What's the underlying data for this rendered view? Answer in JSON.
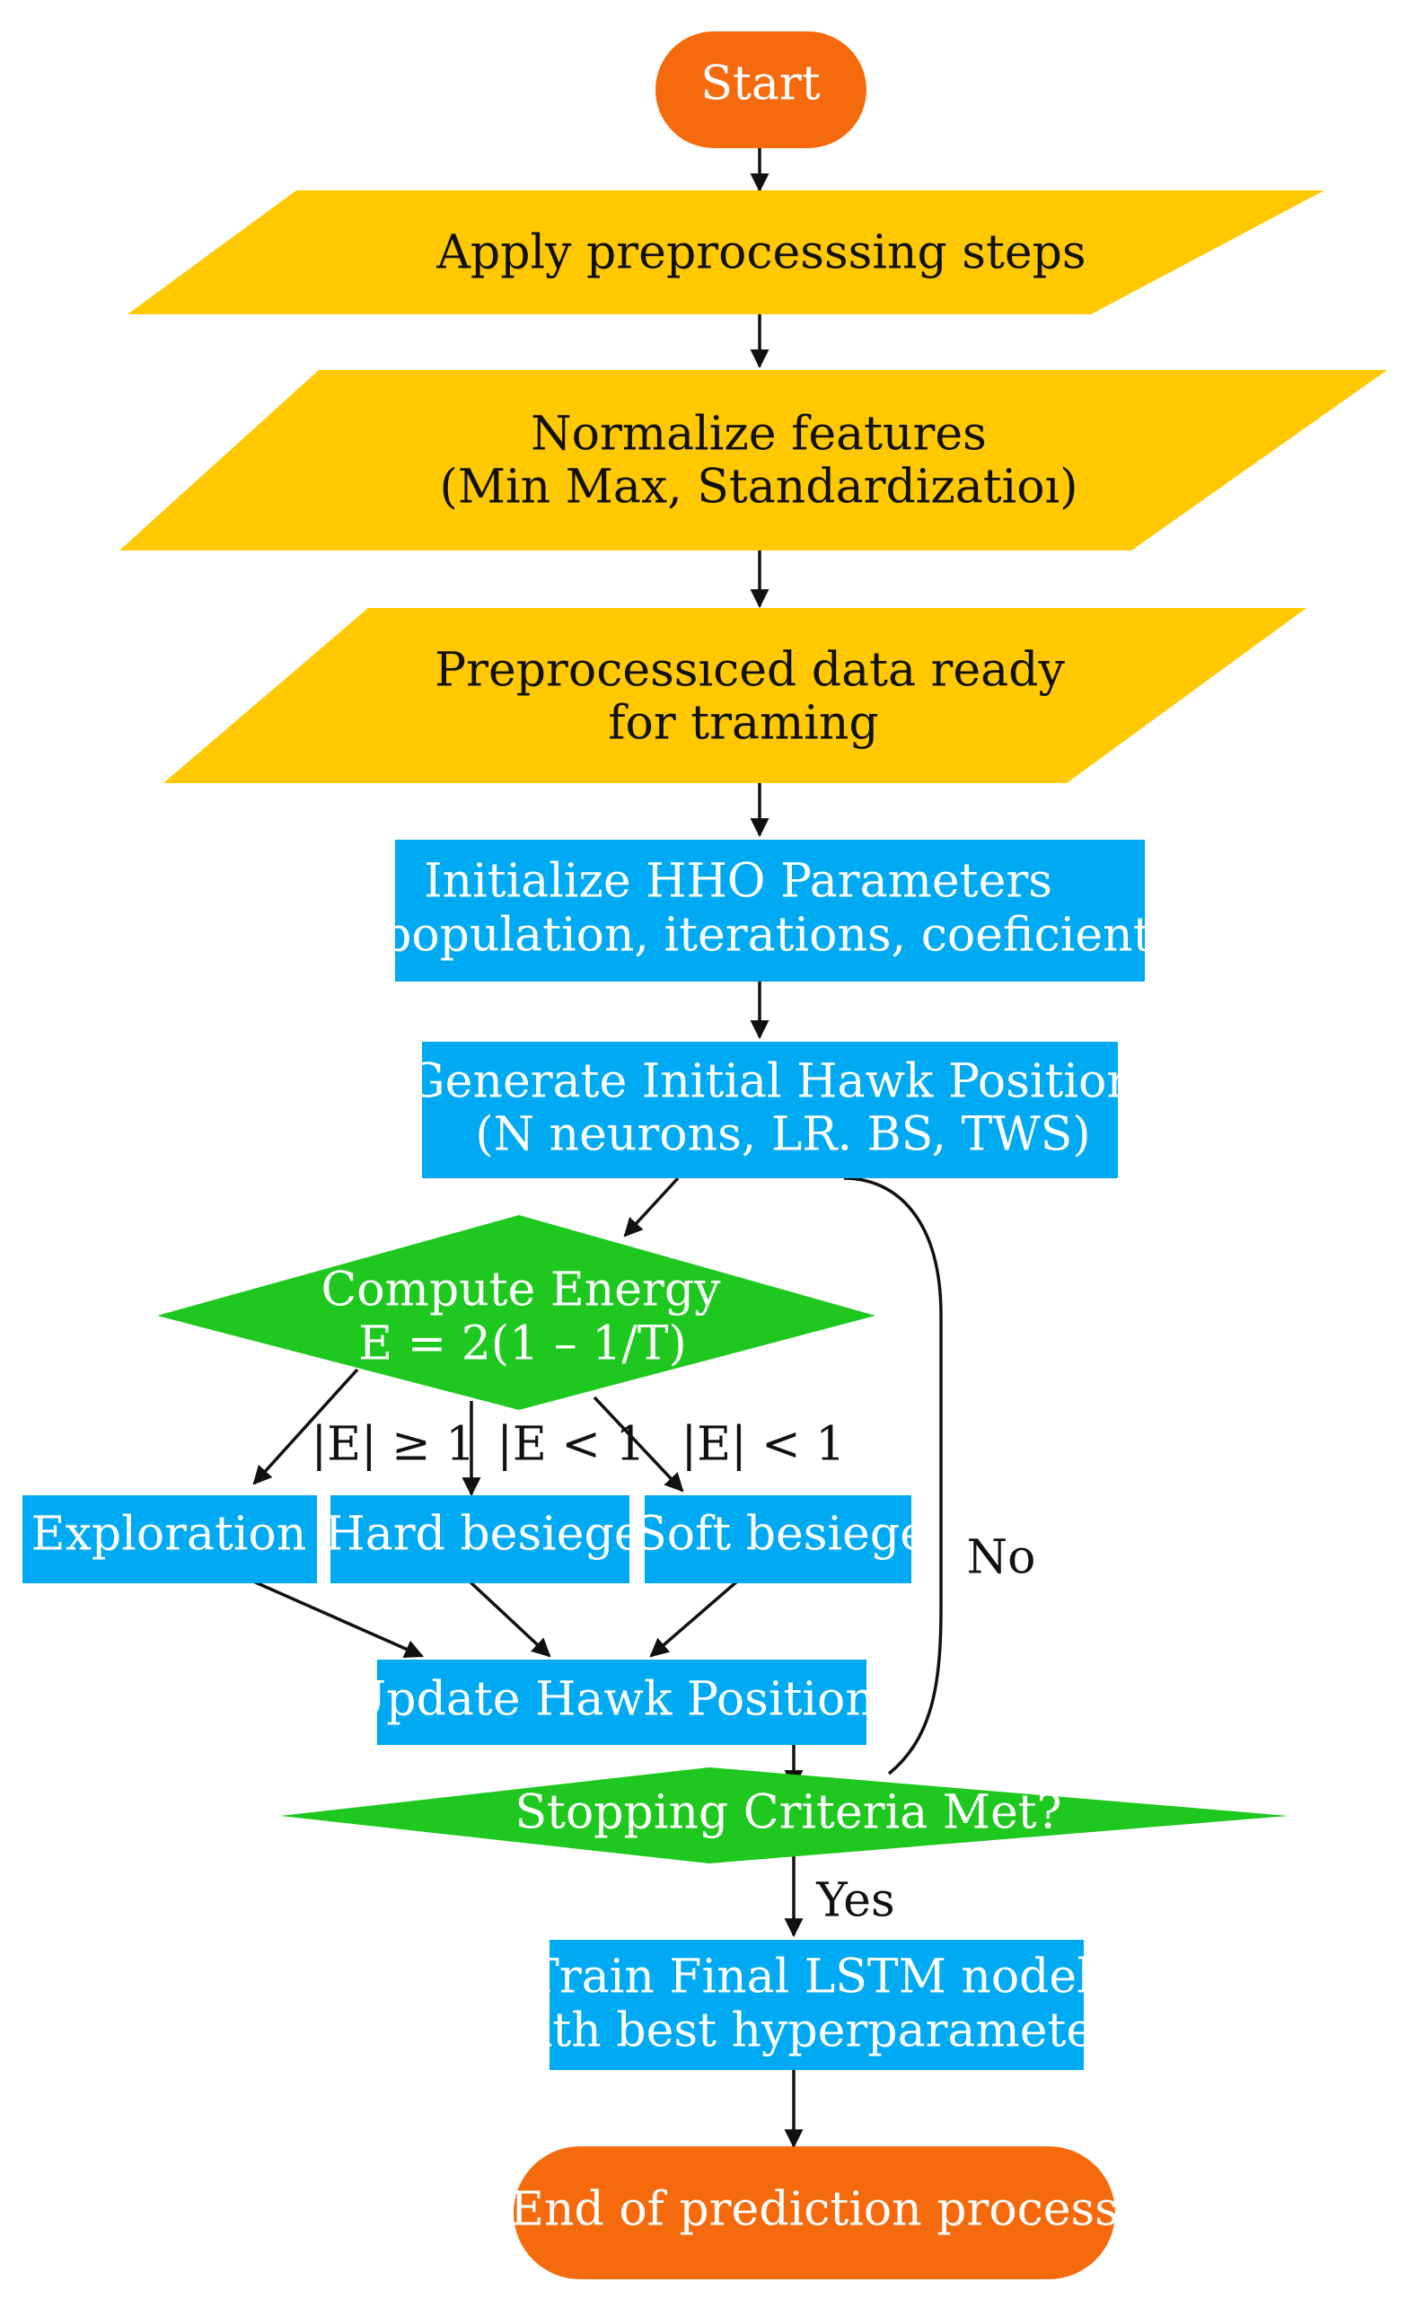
{
  "colors": {
    "terminal": "#F66A0E",
    "io": "#FFC800",
    "process": "#00AAF2",
    "decision": "#1FC81F",
    "edge": "#111111"
  },
  "nodes": {
    "start": "Start",
    "preprocess": "Apply preprocesssing steps",
    "normalize_1": "Normalize features",
    "normalize_2": "(Min Max, Standardizatioı)",
    "ready_1": "Preprocessıced data ready",
    "ready_2": "for traming",
    "init_1": "Initialize HHO Parameters",
    "init_2": "(population, iterations, coeficients",
    "generate_1": "Generate Initial Hawk Position",
    "generate_2": "(N neurons, LR. BS, TWS)",
    "energy_1": "Compute Energy",
    "energy_2": "E = 2(1 – 1/T)",
    "exploration": "Exploration",
    "hard_besiege": "Hard besiege",
    "soft_besiege": "Soft besiege",
    "update": "Update Hawk Positions",
    "stopping": "Stopping Criteria  Met?",
    "train_1": "Train Final LSTM nodel",
    "train_2": "with best hyperparameters",
    "end": "End of prediction process"
  },
  "edge_labels": {
    "hard": "|E| ≥ 1",
    "soft": "|E < 1",
    "soft2": "|E| < 1",
    "no": "No",
    "yes": "Yes"
  }
}
